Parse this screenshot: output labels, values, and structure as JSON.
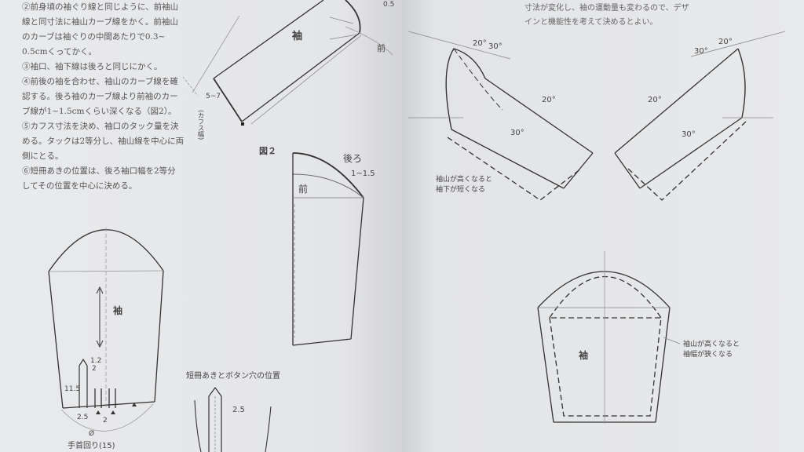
{
  "left_page": {
    "instructions": [
      "②前身頃の袖ぐり線と同じように、前袖山",
      "線と同寸法に袖山カーブ線をかく。前袖山",
      "のカーブは袖ぐりの中間あたりで0.3~",
      "0.5cmくってかく。",
      "③袖口、袖下線は後ろと同じにかく。",
      "④前後の袖を合わせ、袖山のカーブ線を確",
      "認する。後ろ袖のカーブ線より前袖のカー",
      "ブ線が1~1.5cmくらい深くなる（図2）。",
      "⑤カフス寸法を決め、袖口のタック量を決",
      "める。タックは2等分し、袖山線を中心に両",
      "側にとる。",
      "⑥短冊あきの位置は、後ろ袖口幅を2等分",
      "してその位置を中心に決める。"
    ],
    "top_diagram": {
      "sleeve_label": "袖",
      "front_label": "前",
      "ease_value": "0.5",
      "cuff_range": "5~7",
      "cuff_label": "(カフス幅)"
    },
    "figure2": {
      "title": "図２",
      "back_label": "後ろ",
      "front_label": "前",
      "difference": "1~1.5"
    },
    "bottom_sleeve": {
      "sleeve_label": "袖",
      "dim_top": "1.2",
      "dim_2a": "2",
      "dim_length": "11.5",
      "dim_width": "2.5",
      "dim_tuck": "2",
      "circumference_symbol": "Ø",
      "wrist_label": "手首回り(15)"
    },
    "placket": {
      "title": "短冊あきとボタン穴の位置",
      "dim": "2.5"
    }
  },
  "right_page": {
    "intro": [
      "寸法が変化し、袖の運動量も変わるので、デザ",
      "インと機能性を考えて決めるとよい。"
    ],
    "angled_left": {
      "angles": [
        "20°",
        "30°",
        "20°",
        "30°"
      ],
      "note": [
        "袖山が高くなると",
        "袖下が短くなる"
      ]
    },
    "angled_right": {
      "angles": [
        "20°",
        "30°",
        "20°",
        "30°"
      ]
    },
    "bottom_sleeve": {
      "sleeve_label": "袖",
      "note": [
        "袖山が高くなると",
        "袖幅が狭くなる"
      ]
    }
  }
}
